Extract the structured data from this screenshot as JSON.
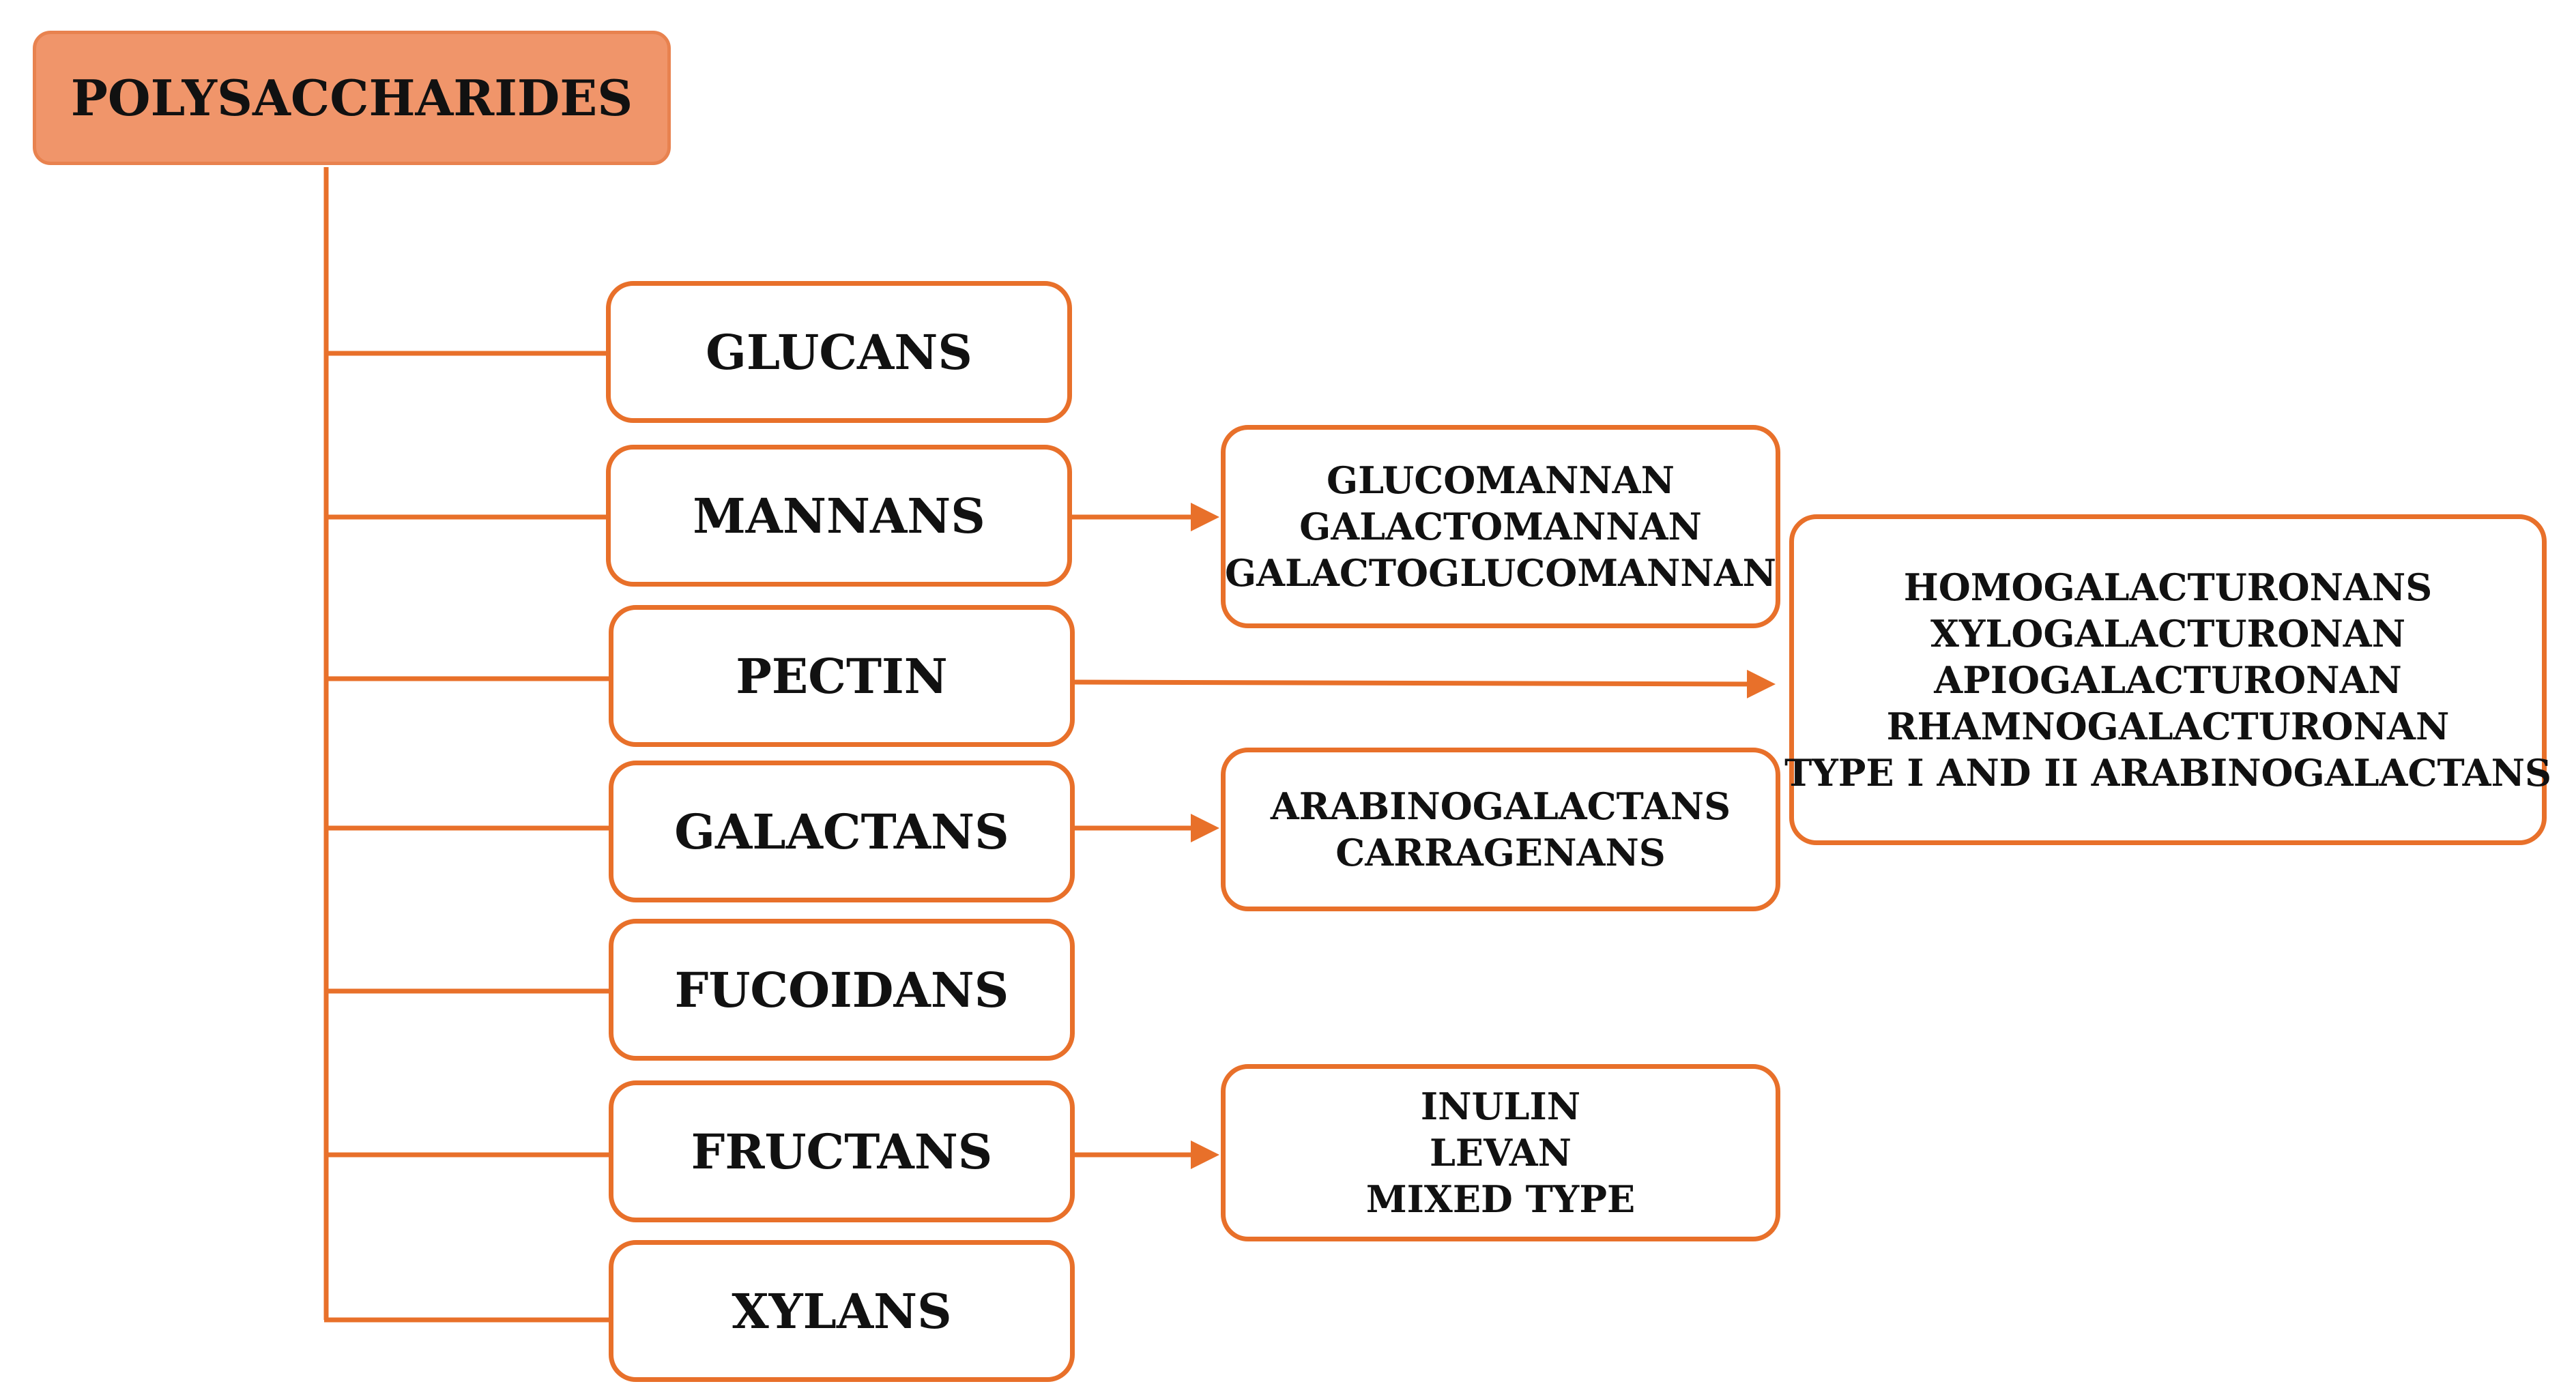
{
  "colors": {
    "accent": "#e8702a",
    "root_fill": "#f0956a",
    "text": "#111111"
  },
  "root": {
    "label": "POLYSACCHARIDES"
  },
  "categories": [
    {
      "id": "glucans",
      "label": "GLUCANS"
    },
    {
      "id": "mannans",
      "label": "MANNANS"
    },
    {
      "id": "pectin",
      "label": "PECTIN"
    },
    {
      "id": "galactans",
      "label": "GALACTANS"
    },
    {
      "id": "fucoidans",
      "label": "FUCOIDANS"
    },
    {
      "id": "fructans",
      "label": "FRUCTANS"
    },
    {
      "id": "xylans",
      "label": "XYLANS"
    }
  ],
  "subtypes": {
    "mannans": [
      "GLUCOMANNAN",
      "GALACTOMANNAN",
      "GALACTOGLUCOMANNAN"
    ],
    "pectin": [
      "HOMOGALACTURONANS",
      "XYLOGALACTURONAN",
      "APIOGALACTURONAN",
      "RHAMNOGALACTURONAN",
      "TYPE I AND II ARABINOGALACTANS"
    ],
    "galactans": [
      "ARABINOGALACTANS",
      "CARRAGENANS"
    ],
    "fructans": [
      "INULIN",
      "LEVAN",
      "MIXED TYPE"
    ]
  }
}
